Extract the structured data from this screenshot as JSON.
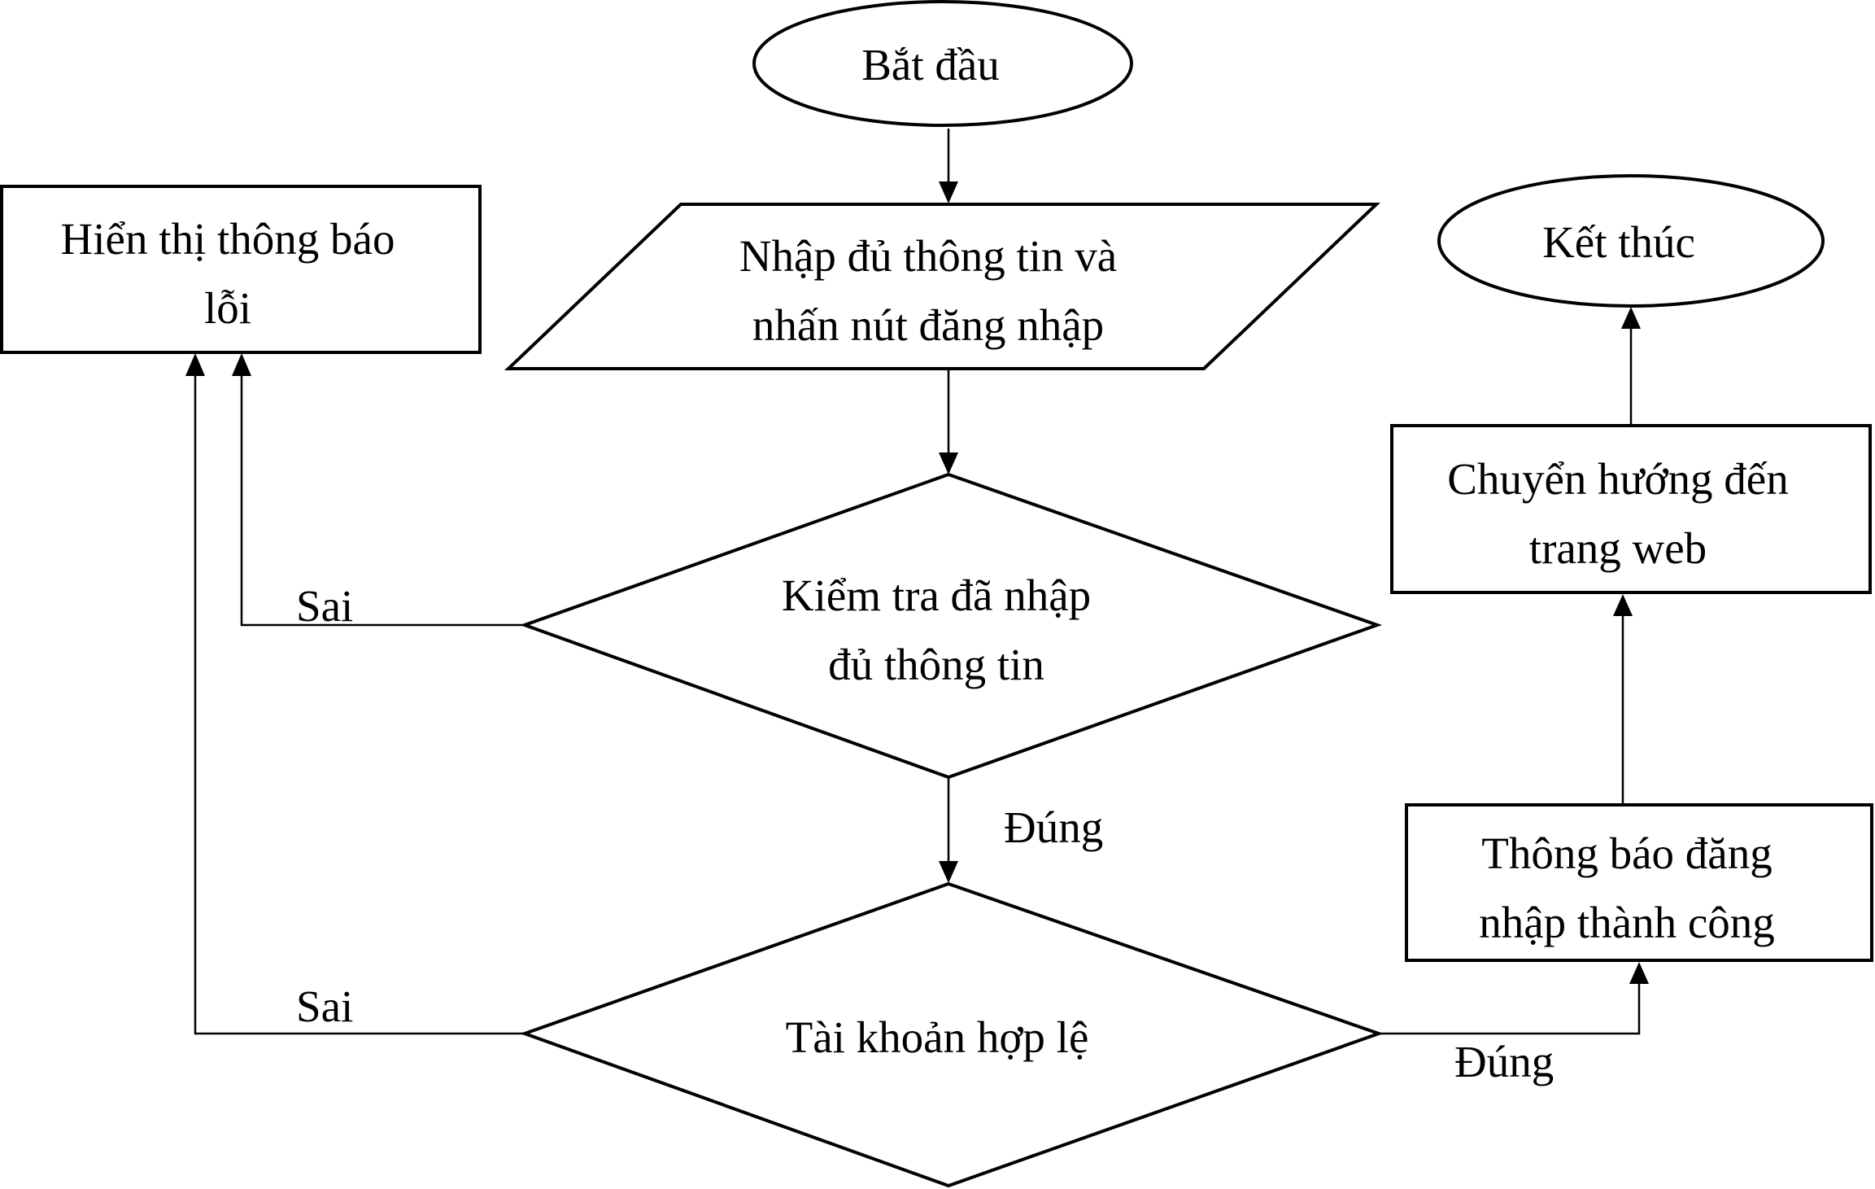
{
  "nodes": {
    "start": {
      "text": "Bắt đầu",
      "shape": "ellipse"
    },
    "input": {
      "line1": "Nhập đủ thông tin và",
      "line2": "nhấn nút đăng nhập",
      "shape": "parallelogram"
    },
    "check_info": {
      "line1": "Kiểm tra đã nhập",
      "line2": "đủ thông tin",
      "shape": "diamond"
    },
    "check_account": {
      "text": "Tài khoản hợp lệ",
      "shape": "diamond"
    },
    "error": {
      "line1": "Hiển thị thông báo",
      "line2": "lỗi",
      "shape": "rectangle"
    },
    "success": {
      "line1": "Thông báo đăng",
      "line2": "nhập thành công",
      "shape": "rectangle"
    },
    "redirect": {
      "line1": "Chuyển hướng đến",
      "line2": "trang web",
      "shape": "rectangle"
    },
    "end": {
      "text": "Kết thúc",
      "shape": "ellipse"
    }
  },
  "edges": [
    {
      "from": "start",
      "to": "input",
      "label": ""
    },
    {
      "from": "input",
      "to": "check_info",
      "label": ""
    },
    {
      "from": "check_info",
      "to": "check_account",
      "label": "Đúng"
    },
    {
      "from": "check_info",
      "to": "error",
      "label": "Sai"
    },
    {
      "from": "check_account",
      "to": "error",
      "label": "Sai"
    },
    {
      "from": "check_account",
      "to": "success",
      "label": "Đúng"
    },
    {
      "from": "success",
      "to": "redirect",
      "label": ""
    },
    {
      "from": "redirect",
      "to": "end",
      "label": ""
    }
  ],
  "colors": {
    "stroke": "#000000",
    "fill": "#ffffff",
    "text": "#000000"
  }
}
